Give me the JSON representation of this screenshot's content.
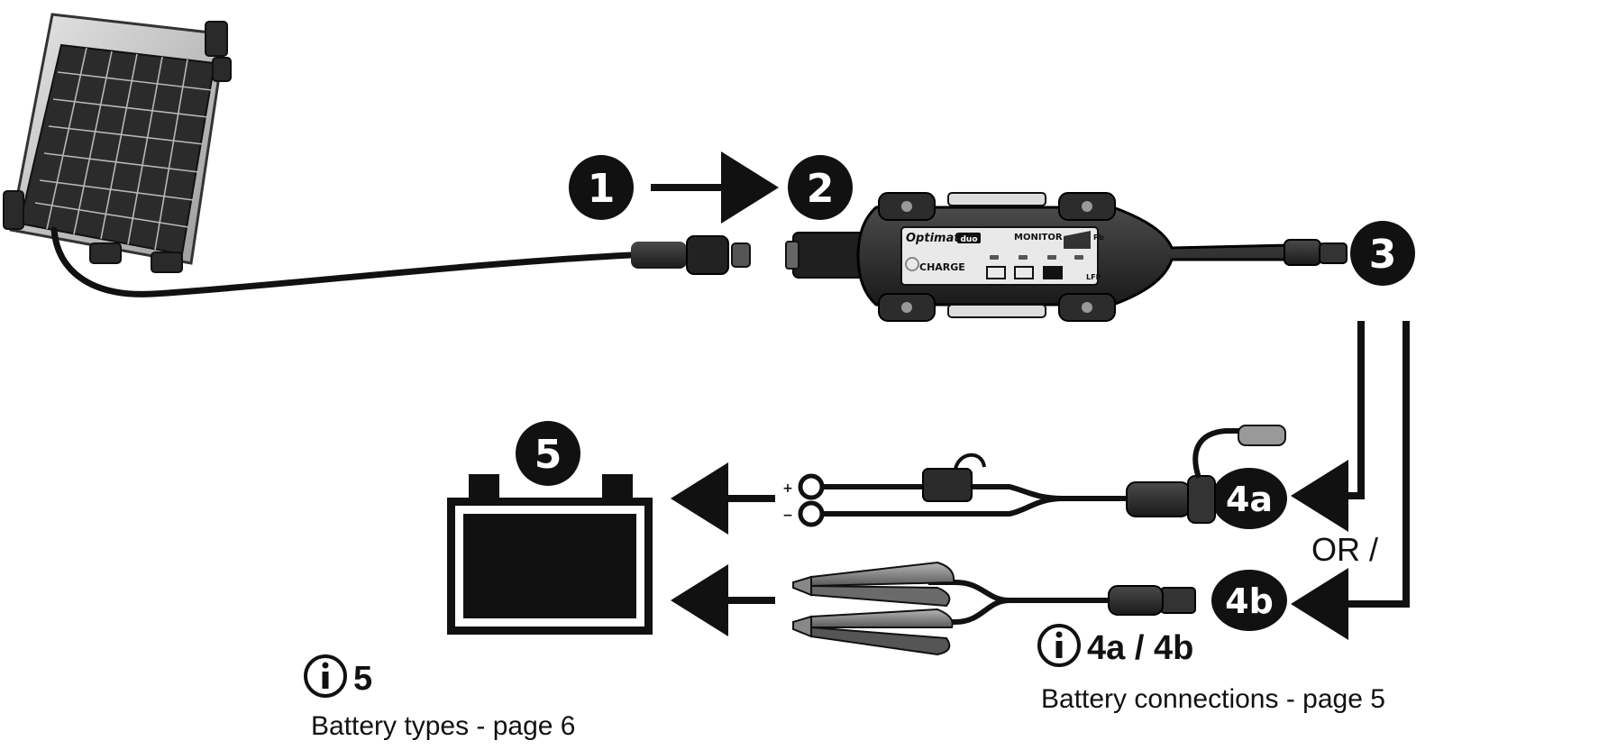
{
  "steps": {
    "s1": "1",
    "s2": "2",
    "s3": "3",
    "s4a": "4a",
    "s4b": "4b",
    "s5": "5"
  },
  "or_label": "OR /",
  "info_battery": {
    "label": "5",
    "caption": "Battery types - page 6"
  },
  "info_connections": {
    "label": "4a / 4b",
    "caption": "Battery connections - page 5"
  },
  "controller": {
    "brand": "Optimate",
    "model": "duo",
    "monitor_label": "MONITOR",
    "charge_label": "CHARGE",
    "mode_pb": "Pb",
    "mode_lfp": "LFP"
  },
  "ring_terminals": {
    "plus": "+",
    "minus": "−"
  },
  "info_icon": "info-circle-icon",
  "colors": {
    "ink": "#111111",
    "background": "#ffffff"
  }
}
